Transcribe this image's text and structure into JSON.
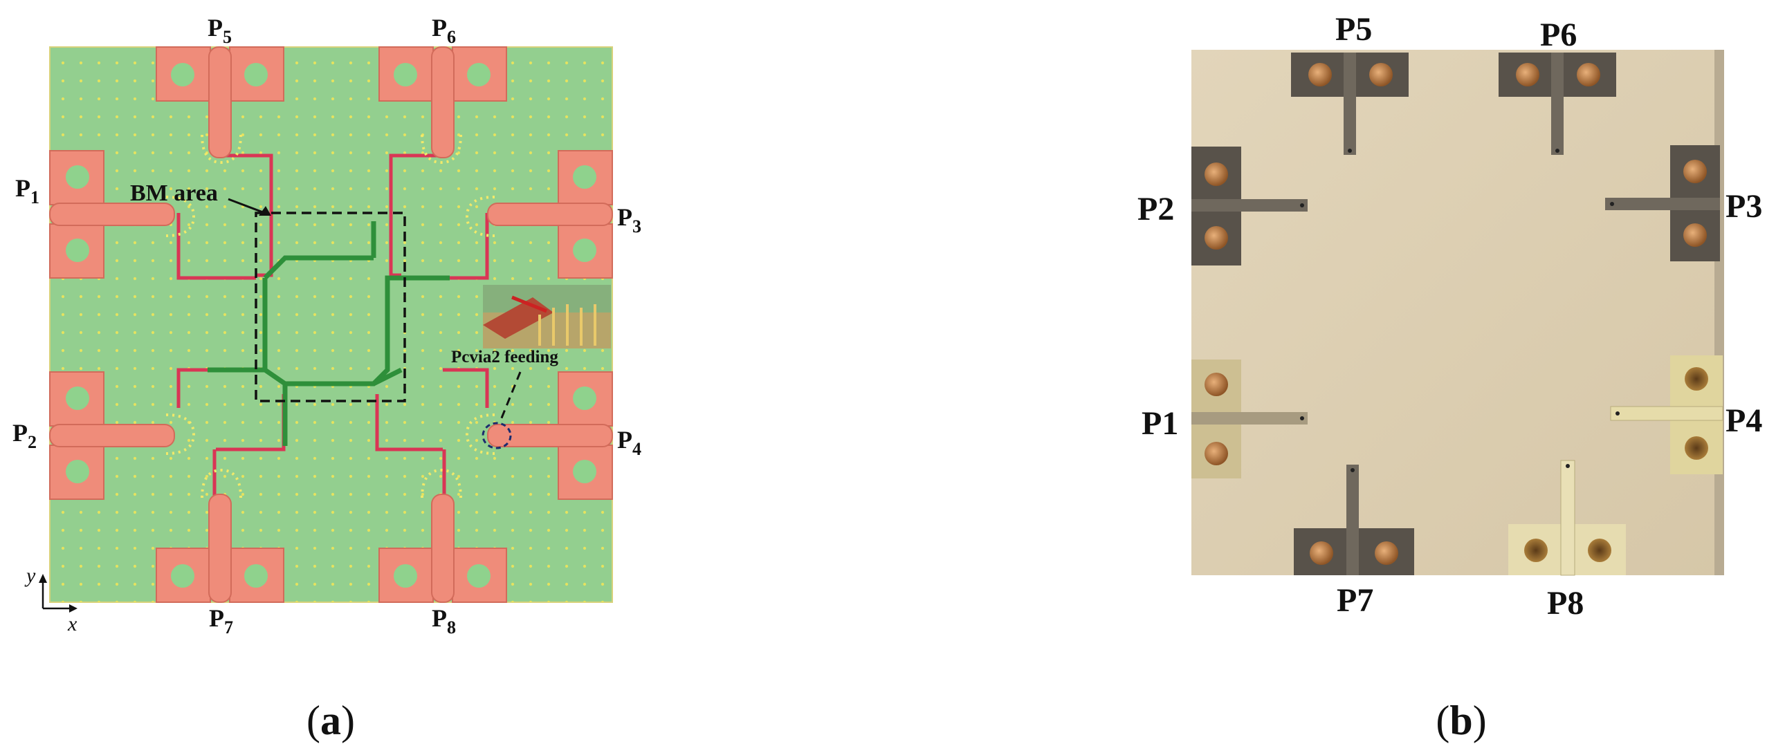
{
  "panel_a": {
    "caption": {
      "open": "(",
      "letter": "a",
      "close": ")"
    },
    "ports": {
      "p1": {
        "main": "P",
        "sub": "1"
      },
      "p2": {
        "main": "P",
        "sub": "2"
      },
      "p3": {
        "main": "P",
        "sub": "3"
      },
      "p4": {
        "main": "P",
        "sub": "4"
      },
      "p5": {
        "main": "P",
        "sub": "5"
      },
      "p6": {
        "main": "P",
        "sub": "6"
      },
      "p7": {
        "main": "P",
        "sub": "7"
      },
      "p8": {
        "main": "P",
        "sub": "8"
      }
    },
    "annotations": {
      "bm_area": "BM area",
      "feeding": "Pcvia2 feeding"
    },
    "axes": {
      "x": "x",
      "y": "y"
    },
    "colors": {
      "substrate": "#93cf8f",
      "pad": "#ef8c7a",
      "pad_hole": "#8fd28d",
      "feed_line": "#d93655",
      "coupler_line": "#2e8f3a",
      "via_dot": "#eee45a"
    }
  },
  "panel_b": {
    "caption": {
      "open": "(",
      "letter": "b",
      "close": ")"
    },
    "ports": {
      "p1": "P1",
      "p2": "P2",
      "p3": "P3",
      "p4": "P4",
      "p5": "P5",
      "p6": "P6",
      "p7": "P7",
      "p8": "P8"
    },
    "colors": {
      "board": "#ddcfb3",
      "connector_dark": "#58524a",
      "connector_light": "#d9cf9c",
      "copper": "#b8743b"
    }
  }
}
